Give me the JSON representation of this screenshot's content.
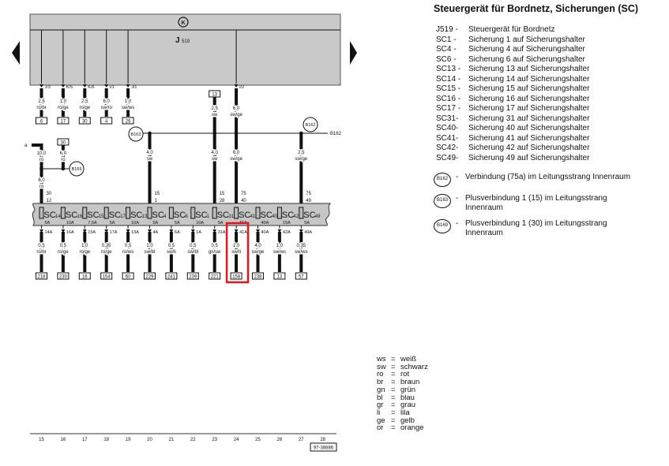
{
  "control_unit": {
    "label_main": "J",
    "label_sub": "519",
    "symbol": "K"
  },
  "top_outputs": [
    {
      "col": 15,
      "pin": "J/3",
      "size": "2,5",
      "color": "ro/br",
      "terminal": "6"
    },
    {
      "col": 16,
      "pin": "K/5",
      "size": "1,0",
      "color": "ro/ge",
      "terminal": "17"
    },
    {
      "col": 17,
      "pin": "K/6",
      "size": "2,5",
      "color": "ro/ge",
      "terminal": "30"
    },
    {
      "col": 18,
      "pin": "I/1",
      "size": "6,0",
      "color": "sw/ro",
      "terminal": "4"
    },
    {
      "col": 19,
      "pin": "J/1",
      "size": "1,0",
      "color": "sw/ws",
      "terminal": "26"
    },
    {
      "col": 24,
      "pin": "I/2",
      "size": "6,0",
      "color": "sw/ge",
      "terminal": ""
    }
  ],
  "mid_wires": {
    "a_label": "a",
    "col15_upper": {
      "size": "10,0",
      "color": "ro"
    },
    "col15_lower": {
      "size": "6,0",
      "color": "ro"
    },
    "col16_terminal": "30",
    "col16": {
      "size": "6,0",
      "color": "ro"
    },
    "col20": {
      "size": "4,0",
      "color": "sw"
    },
    "col23_terminal": "13",
    "col23_upper": {
      "size": "2,5",
      "color": "sw"
    },
    "col23_lower": {
      "size": "4,0",
      "color": "sw"
    },
    "col24_lower": {
      "size": "6,0",
      "color": "sw/ge"
    },
    "col27": {
      "size": "2,5",
      "color": "sw/ge"
    },
    "b162_line_label": "B162",
    "connectors": {
      "b162": "B162",
      "b163": "B163",
      "b169": "B169"
    }
  },
  "fuse_inputs": [
    {
      "col": 15,
      "line1": "30",
      "line2": "12"
    },
    {
      "col": 20,
      "line1": "15",
      "line2": "1"
    },
    {
      "col": 23,
      "line1": "15",
      "line2": "28"
    },
    {
      "col": 24,
      "line1": "75",
      "line2": "40"
    },
    {
      "col": 27,
      "line1": "75",
      "line2": "49"
    }
  ],
  "fuses": [
    {
      "col": 15,
      "prefix": "SC",
      "num": "14",
      "amp": "5A",
      "pin": "14A",
      "size": "0,5",
      "color": "ro/br",
      "terminal": "218"
    },
    {
      "col": 16,
      "prefix": "SC",
      "num": "16",
      "amp": "10A",
      "pin": "16A",
      "size": "0,5",
      "color": "ro/ge",
      "terminal": "230"
    },
    {
      "col": 17,
      "prefix": "SC",
      "num": "15",
      "amp": "7,5A",
      "pin": "15A",
      "size": "1,0",
      "color": "ro/ge",
      "terminal": "16"
    },
    {
      "col": 18,
      "prefix": "SC",
      "num": "17",
      "amp": "5A",
      "pin": "17A",
      "size": "0,35",
      "color": "ro/ge",
      "terminal": "154"
    },
    {
      "col": 19,
      "prefix": "SC",
      "num": "13",
      "amp": "10A",
      "pin": "13A",
      "size": "0,5",
      "color": "ro/ws",
      "terminal": "60"
    },
    {
      "col": 20,
      "prefix": "SC",
      "num": "4",
      "amp": "5A",
      "pin": "4A",
      "size": "1,0",
      "color": "sw/bl",
      "terminal": "229"
    },
    {
      "col": 21,
      "prefix": "SC",
      "num": "6",
      "amp": "5A",
      "pin": "6A",
      "size": "0,5",
      "color": "sw/li",
      "terminal": "241"
    },
    {
      "col": 22,
      "prefix": "SC",
      "num": "1",
      "amp": "10A",
      "pin": "1A",
      "size": "0,5",
      "color": "sw/bl",
      "terminal": "239"
    },
    {
      "col": 23,
      "prefix": "SC",
      "num": "31",
      "amp": "5A",
      "pin": "31A",
      "size": "0,5",
      "color": "gn/sw",
      "terminal": "221"
    },
    {
      "col": 24,
      "prefix": "SC",
      "num": "41",
      "amp": "15A",
      "pin": "41A",
      "size": "1,0",
      "color": "sw/li",
      "terminal": "158"
    },
    {
      "col": 25,
      "prefix": "SC",
      "num": "40",
      "amp": "40A",
      "pin": "40A",
      "size": "4,0",
      "color": "sw/ge",
      "terminal": "238"
    },
    {
      "col": 26,
      "prefix": "SC",
      "num": "42",
      "amp": "15A",
      "pin": "42A",
      "size": "1,0",
      "color": "sw/ws",
      "terminal": "13"
    },
    {
      "col": 27,
      "prefix": "SC",
      "num": "49",
      "amp": "5A",
      "pin": "49A",
      "size": "0,35",
      "color": "sw/ws",
      "terminal": "57"
    }
  ],
  "highlight": {
    "col": 24,
    "color": "#e8141c"
  },
  "columns": [
    "15",
    "16",
    "17",
    "18",
    "19",
    "20",
    "21",
    "22",
    "23",
    "24",
    "25",
    "26",
    "27",
    "28"
  ],
  "figure_id": "97-38886",
  "legend": {
    "title": "Steuergerät für Bordnetz, Sicherungen (SC)",
    "items": [
      {
        "code": "J519 -",
        "desc": "Steuergerät für Bordnetz"
      },
      {
        "code": "SC1  -",
        "desc": "Sicherung 1 auf Sicherungshalter"
      },
      {
        "code": "SC4  -",
        "desc": "Sicherung 4 auf Sicherungshalter"
      },
      {
        "code": "SC6  -",
        "desc": "Sicherung 6 auf Sicherungshalter"
      },
      {
        "code": "SC13 -",
        "desc": "Sicherung 13 auf Sicherungshalter"
      },
      {
        "code": "SC14 -",
        "desc": "Sicherung 14 auf Sicherungshalter"
      },
      {
        "code": "SC15 -",
        "desc": "Sicherung 15 auf Sicherungshalter"
      },
      {
        "code": "SC16 -",
        "desc": "Sicherung 16 auf Sicherungshalter"
      },
      {
        "code": "SC17 -",
        "desc": "Sicherung 17 auf Sicherungshalter"
      },
      {
        "code": "SC31-",
        "desc": "Sicherung 31 auf Sicherungshalter"
      },
      {
        "code": "SC40-",
        "desc": "Sicherung 40 auf Sicherungshalter"
      },
      {
        "code": "SC41-",
        "desc": "Sicherung 41 auf Sicherungshalter"
      },
      {
        "code": "SC42-",
        "desc": "Sicherung 42 auf Sicherungshalter"
      },
      {
        "code": "SC49-",
        "desc": "Sicherung 49 auf Sicherungshalter"
      }
    ],
    "connectors": [
      {
        "code": "B162",
        "desc": "Verbindung (75a) im Leitungsstrang Innenraum"
      },
      {
        "code": "B163",
        "desc": "Plusverbindung 1 (15) im Leitungsstrang Innenraum"
      },
      {
        "code": "B169",
        "desc": "Plusverbindung 1 (30) im Leitungsstrang Innenraum"
      }
    ]
  },
  "color_codes": [
    {
      "abbr": "ws",
      "name": "weiß"
    },
    {
      "abbr": "sw",
      "name": "schwarz"
    },
    {
      "abbr": "ro",
      "name": "rot"
    },
    {
      "abbr": "br",
      "name": "braun"
    },
    {
      "abbr": "gn",
      "name": "grün"
    },
    {
      "abbr": "bl",
      "name": "blau"
    },
    {
      "abbr": "gr",
      "name": "grau"
    },
    {
      "abbr": "li",
      "name": "lila"
    },
    {
      "abbr": "ge",
      "name": "gelb"
    },
    {
      "abbr": "or",
      "name": "orange"
    }
  ]
}
